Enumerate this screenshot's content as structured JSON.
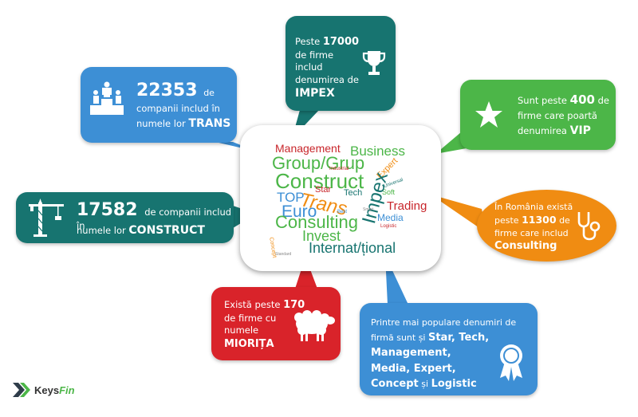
{
  "trans": {
    "number": "22353",
    "text1": "de",
    "text2": "companii includ în",
    "text3": "numele lor",
    "keyword": "TRANS"
  },
  "impex": {
    "line1": "Peste",
    "number": "17000",
    "line2": "de firme",
    "line3": "includ",
    "line4": "denumirea de",
    "keyword": "IMPEX"
  },
  "vip": {
    "line1": "Sunt peste",
    "number": "400",
    "line1b": "de",
    "line2": "firme care poartă",
    "line3": "denumirea",
    "keyword": "VIP"
  },
  "construct": {
    "number": "17582",
    "text1": "de companii includ în",
    "text2": "numele lor",
    "keyword": "CONSTRUCT"
  },
  "consulting": {
    "line1": "În România există",
    "line2": "peste",
    "number": "11300",
    "line2b": "de",
    "line3": "firme care includ",
    "keyword": "Consulting"
  },
  "miorita": {
    "line1": "Există peste",
    "number": "170",
    "line2": "de firme cu",
    "line3": "numele",
    "keyword": "MIORIȚA"
  },
  "names": {
    "line1": "Printre mai populare denumiri de",
    "line2": "firmă sunt și",
    "k1": "Star, Tech,",
    "k2": "Management,",
    "k3": "Media, Expert,",
    "k4": "Concept",
    "and": "și",
    "k5": "Logistic"
  },
  "cloud": {
    "management": "Management",
    "business": "Business",
    "group": "Group/Grup",
    "construct": "Construct",
    "top": "TOP",
    "trans": "Trans",
    "star": "Star",
    "tech": "Tech",
    "soft": "Soft",
    "impex": "Impex",
    "euro": "Euro",
    "trading": "Trading",
    "media": "Media",
    "consulting": "Consulting",
    "invest": "Invest",
    "logistic": "Logistic",
    "internat": "Internat/țional",
    "expert": "Expert",
    "industrial": "Industrial",
    "universal": "Universal",
    "best": "Best",
    "concept": "Concept",
    "smart": "Smart",
    "standard": "Standard"
  },
  "logo": {
    "name_a": "Keys",
    "name_b": "Fin"
  },
  "colors": {
    "blue": "#3d8fd5",
    "teal": "#177470",
    "green": "#4cb648",
    "orange": "#f08c12",
    "red": "#d9232a"
  }
}
